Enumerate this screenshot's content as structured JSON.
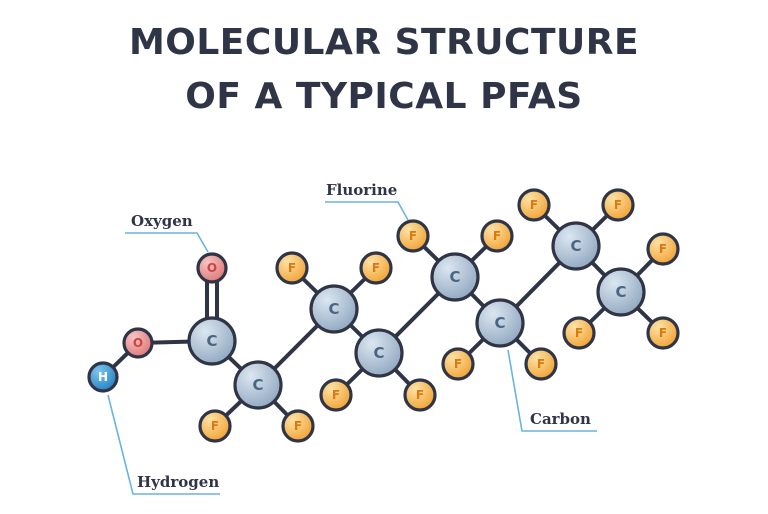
{
  "title": {
    "line1": "MOLECULAR STRUCTURE",
    "line2": "OF A TYPICAL PFAS"
  },
  "labels": {
    "oxygen": "Oxygen",
    "fluorine": "Fluorine",
    "carbon": "Carbon",
    "hydrogen": "Hydrogen"
  },
  "atoms": {
    "carbon_symbol": "C",
    "fluorine_symbol": "F",
    "oxygen_symbol": "O",
    "hydrogen_symbol": "H"
  },
  "colors": {
    "title": "#2f3447",
    "carbon": "#a9bcd0",
    "fluorine": "#f4b049",
    "oxygen": "#e88b8b",
    "hydrogen": "#3b9bd6",
    "bond": "#2f3447",
    "leader": "#6ab4de"
  }
}
